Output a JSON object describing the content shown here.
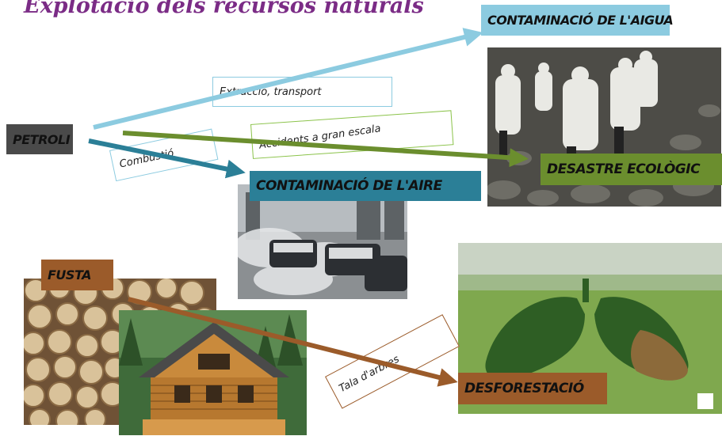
{
  "title": "Explotació dels recursos naturals",
  "sources": {
    "petroli": "PETROLI",
    "fusta": "FUSTA"
  },
  "effects": {
    "aigua": "CONTAMINACIÓ DE L'AIGUA",
    "aire": "CONTAMINACIÓ  DE L'AIRE",
    "ecologic": "DESASTRE ECOLÒGIC",
    "desforestacio": "DESFORESTACIÓ"
  },
  "processes": {
    "extraccio": "Extracció, transport",
    "accidents": "Accidents a gran escala",
    "combustio": "Combustió",
    "tala": "Tala d'arbres"
  },
  "colors": {
    "title": "#7b2c86",
    "water": "#8ccbe0",
    "air": "#2b7f97",
    "eco": "#6b8e2e",
    "wood": "#9b5b2a",
    "petroli_label": "#4a4a4a"
  }
}
